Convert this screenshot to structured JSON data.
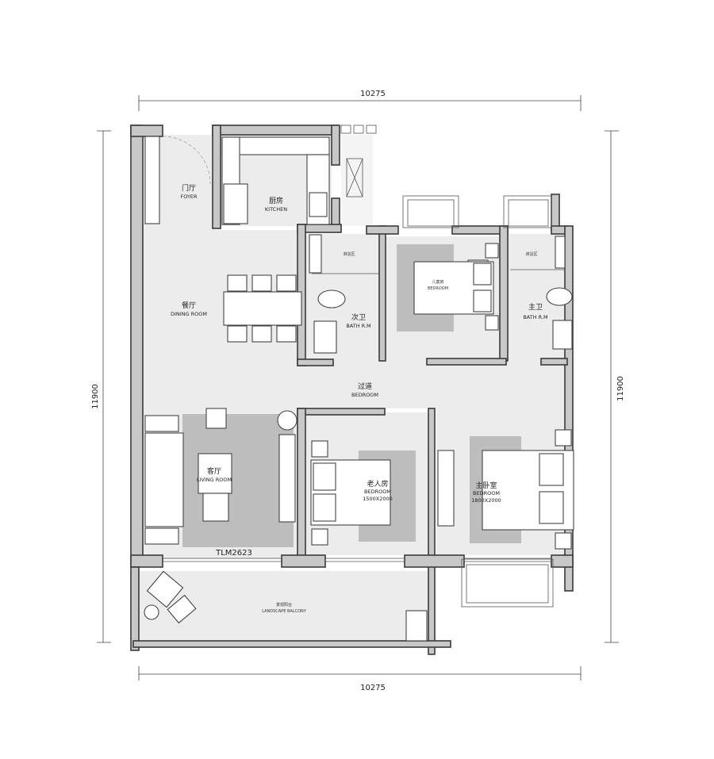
{
  "dimensions": {
    "top": "10275",
    "bottom": "10275",
    "left": "11900",
    "right": "11900"
  },
  "rooms": {
    "foyer": {
      "cn": "门厅",
      "en": "FOYER"
    },
    "kitchen": {
      "cn": "厨房",
      "en": "KITCHEN"
    },
    "dining": {
      "cn": "餐厅",
      "en": "DINING ROOM"
    },
    "bath2": {
      "cn": "次卫",
      "en": "BATH R.M"
    },
    "bath2_shower": "淋浴区",
    "kids": {
      "cn": "儿童房",
      "en": "BEDROOM"
    },
    "master_bath": {
      "cn": "主卫",
      "en": "BATH R.M"
    },
    "master_shower": "淋浴区",
    "corridor": {
      "cn": "过道",
      "en": "BEDROOM"
    },
    "living": {
      "cn": "客厅",
      "en": "LIVING ROOM"
    },
    "elder": {
      "cn": "老人房",
      "en": "BEDROOM",
      "size": "1500X2000"
    },
    "master": {
      "cn": "主卧室",
      "en": "BEDROOM",
      "size": "1800X2000"
    },
    "balcony": {
      "cn": "景观阳台",
      "en": "LANDSCAPE BALCONY"
    }
  },
  "door_code": "TLM2623"
}
